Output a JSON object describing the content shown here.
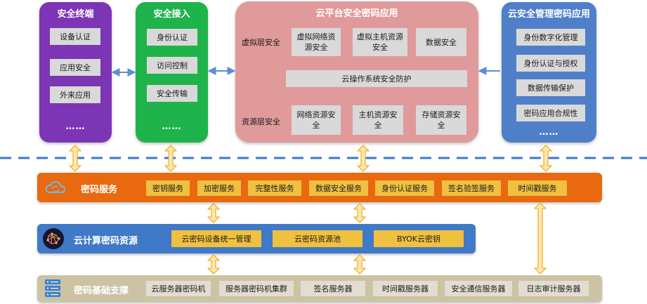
{
  "colors": {
    "terminal": "#7b35b5",
    "access": "#1fb34b",
    "cloud_app": "#e09a9a",
    "mgmt": "#4f7fc9",
    "service_band": "#e8690f",
    "resource_band": "#3f79c7",
    "support_band": "#cbc3a4",
    "yellow_item": "#f0c040",
    "arrow_fill": "#fce8b0",
    "arrow_stroke": "#f0b030",
    "divider": "#3c78c8",
    "link_arrow": "#5b8fd4"
  },
  "terminal": {
    "title": "安全终端",
    "items": [
      "设备认证",
      "应用安全",
      "外来应用"
    ],
    "more": "……"
  },
  "access": {
    "title": "安全接入",
    "items": [
      "身份认证",
      "访问控制",
      "安全传输"
    ],
    "more": "……"
  },
  "cloud_app": {
    "title": "云平台安全密码应用",
    "virtual_label": "虚拟层安全",
    "virtual_items": [
      "虚拟网络资源安全",
      "虚拟主机资源安全",
      "数据安全"
    ],
    "os_item": "云操作系统安全防护",
    "resource_label": "资源层安全",
    "resource_items": [
      "网络资源安全",
      "主机资源安全",
      "存储资源安全"
    ]
  },
  "mgmt": {
    "title": "云安全管理密码应用",
    "items": [
      "身份数字化管理",
      "身份认证与授权",
      "数据传输保护",
      "密码应用合规性"
    ],
    "more": "……"
  },
  "crypto_service": {
    "title": "密码服务",
    "icon": "cloud-sync-icon",
    "items": [
      "密钥服务",
      "加密服务",
      "完整性服务",
      "数据安全服务",
      "身份认证服务",
      "签名验签服务",
      "时间戳服务"
    ]
  },
  "cloud_resource": {
    "title": "云计算密码资源",
    "icon": "brain-network-icon",
    "items": [
      "云密码设备统一管理",
      "云密码资源池",
      "BYOK云密钥"
    ]
  },
  "support": {
    "title": "密码基础支撑",
    "icon": "server-rack-icon",
    "items": [
      "云服务器密码机",
      "服务器密码机集群",
      "签名服务器",
      "时间戳服务器",
      "安全通信服务器",
      "日志审计服务器"
    ]
  }
}
